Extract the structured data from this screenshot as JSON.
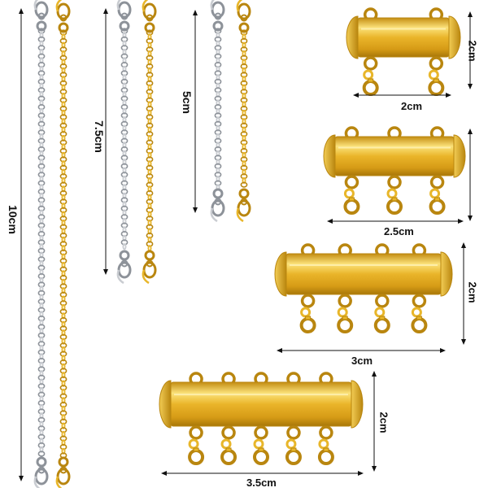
{
  "labels": {
    "chain_10": "10cm",
    "chain_7_5": "7.5cm",
    "chain_5": "5cm",
    "clasp2_height": "2cm",
    "clasp2_width": "2cm",
    "clasp3_width": "2.5cm",
    "clasp4_height": "2cm",
    "clasp4_width": "3cm",
    "clasp5_height": "2cm",
    "clasp5_width": "3.5cm"
  },
  "colors": {
    "gold": "#e8b62a",
    "gold_light": "#fbe27a",
    "gold_dark": "#b9860f",
    "silver": "#c9ccd1",
    "silver_dark": "#8d9299",
    "arrow": "#111111"
  },
  "objects": {
    "chains": [
      "silver-chain",
      "gold-chain"
    ],
    "clasps": [
      "2-strand-clasp",
      "3-strand-clasp",
      "4-strand-clasp",
      "5-strand-clasp"
    ]
  }
}
